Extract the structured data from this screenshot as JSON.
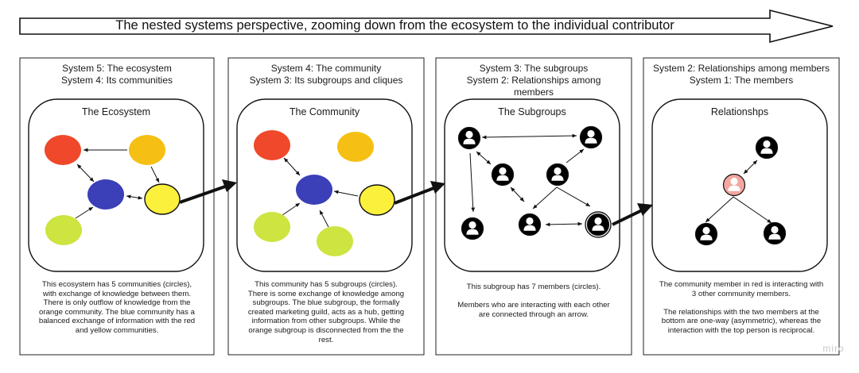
{
  "banner": {
    "title": "The nested systems perspective, zooming down from the ecosystem to the individual contributor"
  },
  "panels": [
    {
      "header_lines": [
        "System 5: The ecosystem",
        "System 4: Its communities"
      ],
      "inner_title": "The Ecosystem",
      "description_lines": [
        "This ecosystem has 5 communities (circles),",
        "with exchange of knowledge between them.",
        "There is only outflow of knowledge from the",
        "orange community. The blue community has a",
        "balanced exchange of information with the red",
        "and yellow communities."
      ]
    },
    {
      "header_lines": [
        "System 4: The community",
        "System 3: Its subgroups and cliques"
      ],
      "inner_title": "The Community",
      "description_lines": [
        "This community has 5 subgroups (circles).",
        "There is some exchange of knowledge among",
        "subgroups. The blue subgroup, the formally",
        "created marketing guild, acts as a hub, getting",
        "information from other subgroups. While the",
        "orange subgroup is disconnected from the the",
        "rest."
      ]
    },
    {
      "header_lines": [
        "System 3: The subgroups",
        "System 2: Relationships among",
        "members"
      ],
      "inner_title": "The Subgroups",
      "description_lines": [
        "This subgroup has 7 members (circles).",
        "",
        "Members who are interacting with each other",
        "are connected through an arrow."
      ]
    },
    {
      "header_lines": [
        "System 2: Relationships among members",
        "System 1: The members"
      ],
      "inner_title": "Relationshps",
      "description_lines": [
        "The community member in red is interacting with",
        "3 other community members.",
        "",
        "The relationships with the two members at the",
        "bottom are one-way (asymmetric), whereas the",
        "interaction with the top person is reciprocal."
      ]
    }
  ],
  "watermark": "miro",
  "colors": {
    "red": "#f0482a",
    "orange": "#f5c013",
    "blue": "#3b3fb8",
    "yellow": "#fbf03c",
    "green": "#cde441",
    "highlight_member": "#f4a6a0",
    "stroke": "#111111"
  },
  "icons": {
    "member": "person-icon",
    "arrow": "arrow-connector"
  }
}
